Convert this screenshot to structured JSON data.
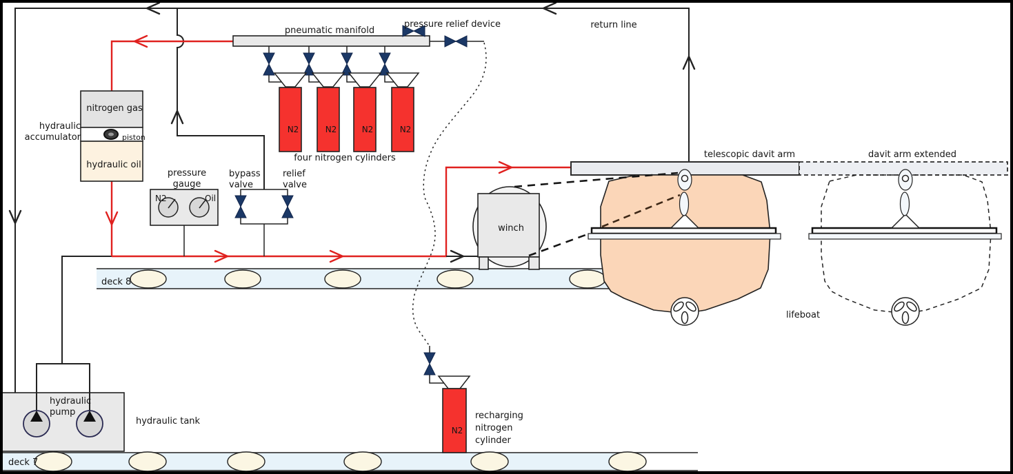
{
  "colors": {
    "red_line": "#e0211f",
    "valve_navy": "#1b3866",
    "cylinder_red": "#f5322e",
    "deck_fill": "#e7f3fa",
    "boat_fill": "#fbd6b8",
    "metal_fill": "#e9e9e9",
    "gas_fill": "#e3e3e3",
    "oil_fill": "#fdf2e0",
    "porthole_fill": "#fbf6e3",
    "wire_brown": "#3d2817"
  },
  "labels": {
    "pneumatic_manifold": "pneumatic manifold",
    "pressure_relief_device": "pressure relief device",
    "return_line": "return line",
    "hydraulic_accumulator": [
      "hydraulic",
      "accumulator"
    ],
    "nitrogen_gas": "nitrogen gas",
    "piston": "piston",
    "hydraulic_oil": "hydraulic oil",
    "pressure_gauge": [
      "pressure",
      "gauge"
    ],
    "gauge_n2": "N2",
    "gauge_oil": "Oil",
    "bypass_valve": [
      "bypass",
      "valve"
    ],
    "relief_valve": [
      "relief",
      "valve"
    ],
    "four_nitrogen_cylinders": "four nitrogen cylinders",
    "n2": "N2",
    "deck8": "deck 8",
    "deck7": "deck 7",
    "winch": "winch",
    "telescopic_davit_arm": "telescopic davit arm",
    "davit_arm_extended": "davit arm extended",
    "lifeboat": "lifeboat",
    "hydraulic_pump": [
      "hydraulic",
      "pump"
    ],
    "hydraulic_tank": "hydraulic tank",
    "recharging_cylinder": [
      "recharging",
      "nitrogen",
      "cylinder"
    ]
  }
}
